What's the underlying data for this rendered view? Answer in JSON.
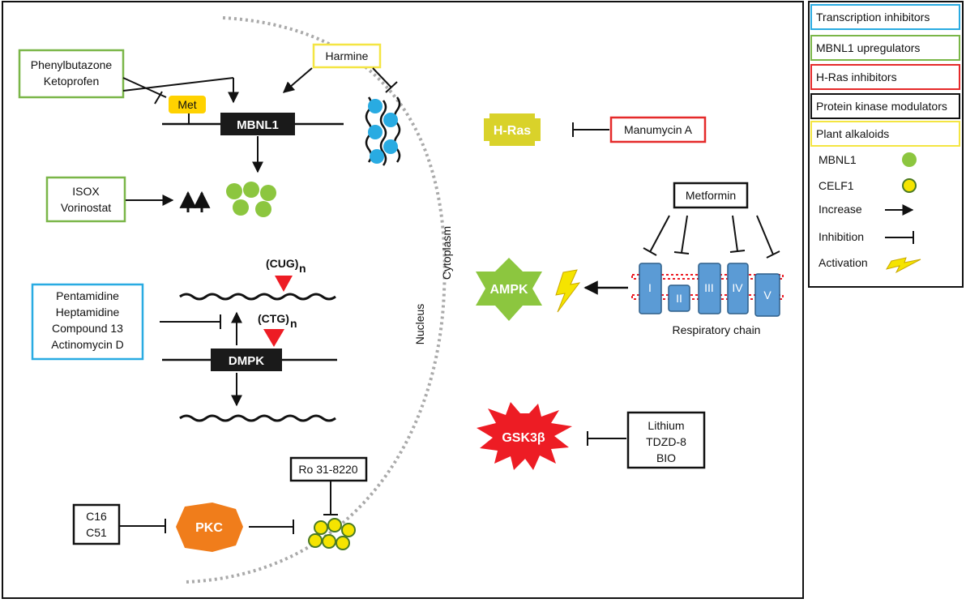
{
  "legend": {
    "transcription": "Transcription inhibitors",
    "mbnl1_up": "MBNL1 upregulators",
    "hras": "H-Ras inhibitors",
    "kinase": "Protein kinase modulators",
    "plant": "Plant alkaloids",
    "mbnl1": "MBNL1",
    "celf1": "CELF1",
    "increase": "Increase",
    "inhibition": "Inhibition",
    "activation": "Activation"
  },
  "colors": {
    "transcription": "#29abe2",
    "mbnl1_up": "#7ab648",
    "hras": "#e52a2a",
    "kinase": "#111111",
    "plant": "#f4e542",
    "mbnl1_protein": "#8cc63f",
    "celf1_protein": "#f5e400",
    "hras_shape": "#d9d22a",
    "ampk": "#8cc63f",
    "gsk": "#ed1c24",
    "pkc": "#f07d1b",
    "complex": "#5b9bd5"
  },
  "drugs": {
    "phenyl_1": "Phenylbutazone",
    "phenyl_2": "Ketoprofen",
    "harmine": "Harmine",
    "isox_1": "ISOX",
    "isox_2": "Vorinostat",
    "penta_1": "Pentamidine",
    "penta_2": "Heptamidine",
    "penta_3": "Compound 13",
    "penta_4": "Actinomycin D",
    "ro": "Ro 31-8220",
    "c16": "C16",
    "c51": "C51",
    "manumycin": "Manumycin A",
    "metformin": "Metformin",
    "lithium": "Lithium",
    "tdzd": "TDZD-8",
    "bio": "BIO"
  },
  "labels": {
    "met": "Met",
    "mbnl1_gene": "MBNL1",
    "dmpk": "DMPK",
    "cug": "(CUG)",
    "ctg": "(CTG)",
    "n": "n",
    "nucleus": "Nucleus",
    "cytoplasm": "Cytoplasm",
    "hras_node": "H-Ras",
    "ampk": "AMPK",
    "gsk": "GSK3β",
    "pkc": "PKC",
    "resp_chain": "Respiratory chain",
    "c1": "I",
    "c2": "II",
    "c3": "III",
    "c4": "IV",
    "c5": "V"
  }
}
